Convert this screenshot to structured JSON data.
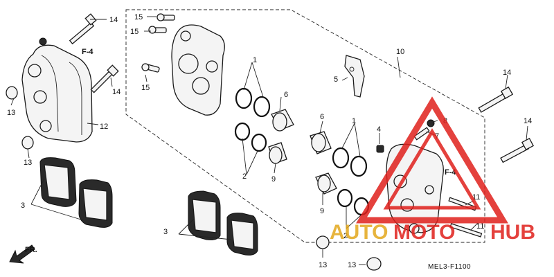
{
  "diagram": {
    "code": "MEL3-F1100",
    "arrow_label": "FR.",
    "ref_labels": [
      "F-4",
      "F-4"
    ],
    "callouts": [
      "1",
      "1",
      "2",
      "2",
      "3",
      "3",
      "4",
      "5",
      "6",
      "6",
      "7",
      "8",
      "9",
      "9",
      "10",
      "11",
      "11",
      "12",
      "13",
      "13",
      "13",
      "13",
      "14",
      "14",
      "14",
      "14",
      "15",
      "15",
      "15"
    ]
  },
  "watermark": {
    "text_left": "AUTO",
    "text_mid": "MOTO",
    "text_right": "HUB",
    "color_red": "#e0201c",
    "color_gold": "#e3a81c"
  }
}
